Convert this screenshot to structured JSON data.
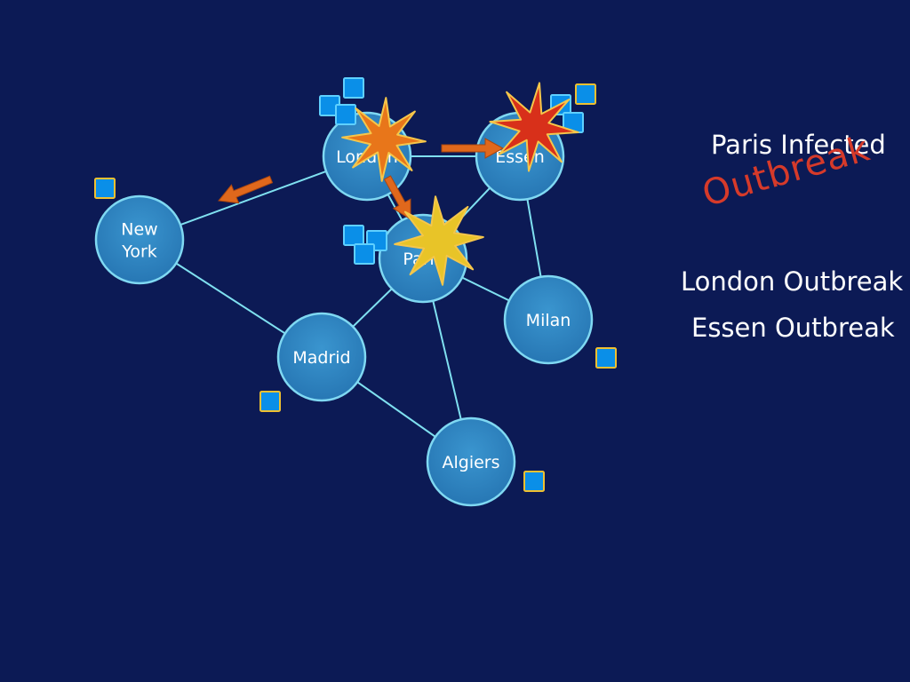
{
  "colors": {
    "background": "#0c1a55",
    "node_fill": "#2f86c2",
    "node_stroke": "#7fd8f2",
    "edge": "#7fe0f0",
    "cube_fill": "#0a8fe8",
    "cube_stroke_yellow": "#f0c030",
    "cube_stroke_blue": "#5fd0ff",
    "arrow": "#e0681c",
    "star_orange": "#e8761a",
    "star_red": "#d8301a",
    "star_yellow": "#e8c428",
    "outbreak_scribble": "#d63a2a"
  },
  "diagram": {
    "nodes": [
      {
        "id": "new-york",
        "lines": [
          "New",
          "York"
        ]
      },
      {
        "id": "london",
        "lines": [
          "London"
        ]
      },
      {
        "id": "essen",
        "lines": [
          "Essen"
        ]
      },
      {
        "id": "paris",
        "lines": [
          "Paris"
        ]
      },
      {
        "id": "milan",
        "lines": [
          "Milan"
        ]
      },
      {
        "id": "madrid",
        "lines": [
          "Madrid"
        ]
      },
      {
        "id": "algiers",
        "lines": [
          "Algiers"
        ]
      }
    ],
    "edges": [
      [
        "new-york",
        "london"
      ],
      [
        "new-york",
        "madrid"
      ],
      [
        "london",
        "essen"
      ],
      [
        "london",
        "paris"
      ],
      [
        "essen",
        "paris"
      ],
      [
        "essen",
        "milan"
      ],
      [
        "paris",
        "milan"
      ],
      [
        "paris",
        "madrid"
      ],
      [
        "paris",
        "algiers"
      ],
      [
        "madrid",
        "algiers"
      ]
    ],
    "stars": [
      {
        "name": "london-outbreak-star",
        "color": "star_orange"
      },
      {
        "name": "essen-outbreak-star",
        "color": "star_red"
      },
      {
        "name": "paris-infection-star",
        "color": "star_yellow"
      }
    ]
  },
  "notes": {
    "paris_infected": "Paris Infected",
    "outbreak": "Outbreak",
    "london_outbreak": "London Outbreak",
    "essen_outbreak": "Essen Outbreak"
  }
}
